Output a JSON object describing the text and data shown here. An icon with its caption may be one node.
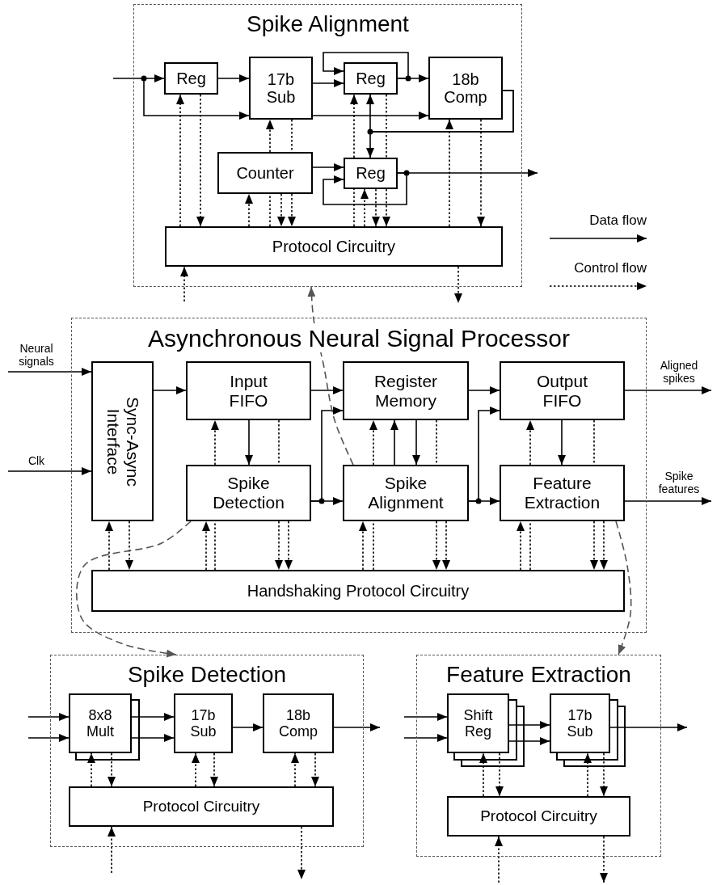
{
  "diagram": {
    "nodes": [
      {
        "text": [
          "Spike Alignment"
        ]
      },
      {
        "text": [
          "Reg"
        ],
        "in": 0
      },
      {
        "text": [
          "17b Sub"
        ],
        "in": 0
      },
      {
        "text": [
          "Reg"
        ],
        "in": 0
      },
      {
        "text": [
          "18b Comp"
        ],
        "in": 0
      },
      {
        "text": [
          "Counter"
        ],
        "in": 0
      },
      {
        "text": [
          "Reg"
        ],
        "in": 0
      },
      {
        "text": [
          "Protocol Circuitry"
        ],
        "in": 0
      },
      {
        "text": [
          "Asynchronous Neural Signal Processor"
        ]
      },
      {
        "text": [
          "Sync-Async Interface"
        ],
        "in": 8
      },
      {
        "text": [
          "Input FIFO"
        ],
        "in": 8
      },
      {
        "text": [
          "Register Memory"
        ],
        "in": 8
      },
      {
        "text": [
          "Output FIFO"
        ],
        "in": 8
      },
      {
        "text": [
          "Spike Detection"
        ],
        "in": 8
      },
      {
        "text": [
          "Spike Alignment"
        ],
        "in": 8
      },
      {
        "text": [
          "Feature Extraction"
        ],
        "in": 8
      },
      {
        "text": [
          "Handshaking Protocol Circuitry"
        ],
        "in": 8
      },
      {
        "text": [
          "Spike Detection"
        ]
      },
      {
        "text": [
          "8x8 Mult"
        ],
        "in": 17
      },
      {
        "text": [
          "17b Sub"
        ],
        "in": 17
      },
      {
        "text": [
          "18b Comp"
        ],
        "in": 17
      },
      {
        "text": [
          "Protocol Circuitry"
        ],
        "in": 17
      },
      {
        "text": [
          "Feature Extraction"
        ]
      },
      {
        "text": [
          "Shift Reg"
        ],
        "in": 22
      },
      {
        "text": [
          "17b Sub"
        ],
        "in": 22
      },
      {
        "text": [
          "Protocol Circuitry"
        ],
        "in": 22
      }
    ],
    "edges": [
      {
        "from": null,
        "to": 1,
        "arrow": "to"
      },
      {
        "from": null,
        "to": 2,
        "arrow": "to"
      },
      {
        "from": 1,
        "to": 2,
        "arrow": "to"
      },
      {
        "from": 2,
        "to": 3,
        "arrow": "to"
      },
      {
        "from": 2,
        "to": 4,
        "arrow": "to"
      },
      {
        "from": 3,
        "to": 4,
        "arrow": "to"
      },
      {
        "from": 3,
        "to": 3,
        "arrow": "to"
      },
      {
        "from": 4,
        "to": 3,
        "arrow": "to"
      },
      {
        "from": 4,
        "to": 6,
        "arrow": "to"
      },
      {
        "from": 5,
        "to": 6,
        "arrow": "to"
      },
      {
        "from": 6,
        "to": 6,
        "arrow": "to"
      },
      {
        "from": 6,
        "to": null,
        "arrow": "to"
      },
      {
        "from": 7,
        "to": 1,
        "arrow": "to",
        "style": "dashed"
      },
      {
        "from": 1,
        "to": 7,
        "arrow": "to",
        "style": "dashed"
      },
      {
        "from": 7,
        "to": 5,
        "arrow": "none",
        "style": "dashed"
      },
      {
        "from": 2,
        "to": 5,
        "arrow": "none",
        "style": "dashed"
      },
      {
        "from": 7,
        "to": 5,
        "arrow": "to",
        "style": "dashed"
      },
      {
        "from": 5,
        "to": 7,
        "arrow": "to",
        "style": "dashed"
      },
      {
        "from": 7,
        "to": 6,
        "arrow": "none",
        "style": "dashed"
      },
      {
        "from": 3,
        "to": 6,
        "arrow": "none",
        "style": "dashed"
      },
      {
        "from": 7,
        "to": 6,
        "arrow": "to",
        "style": "dashed"
      },
      {
        "from": 6,
        "to": 7,
        "arrow": "to",
        "style": "dashed"
      },
      {
        "from": 7,
        "to": 4,
        "arrow": "to",
        "style": "dashed"
      },
      {
        "from": 4,
        "to": 7,
        "arrow": "to",
        "style": "dashed"
      },
      {
        "from": null,
        "to": 7,
        "arrow": "to",
        "style": "dashed"
      },
      {
        "from": 7,
        "to": null,
        "arrow": "to",
        "style": "dashed"
      },
      {
        "from": null,
        "to": 9,
        "arrow": "to",
        "label": "Neural signals"
      },
      {
        "from": null,
        "to": 9,
        "arrow": "to",
        "label": "Clk"
      },
      {
        "from": 9,
        "to": 10,
        "arrow": "to"
      },
      {
        "from": 10,
        "to": 11,
        "arrow": "to"
      },
      {
        "from": 11,
        "to": 12,
        "arrow": "to"
      },
      {
        "from": 12,
        "to": null,
        "arrow": "to",
        "label": "Aligned spikes"
      },
      {
        "from": 10,
        "to": 13,
        "arrow": "to"
      },
      {
        "from": 11,
        "to": 14,
        "arrow": "to"
      },
      {
        "from": 14,
        "to": 11,
        "arrow": "to"
      },
      {
        "from": 12,
        "to": 15,
        "arrow": "to"
      },
      {
        "from": 13,
        "to": 14,
        "arrow": "to"
      },
      {
        "from": 13,
        "to": 11,
        "arrow": "to"
      },
      {
        "from": 14,
        "to": 15,
        "arrow": "to"
      },
      {
        "from": 14,
        "to": 12,
        "arrow": "to"
      },
      {
        "from": 15,
        "to": null,
        "arrow": "to",
        "label": "Spike features"
      },
      {
        "from": 16,
        "to": 9,
        "arrow": "to",
        "style": "dashed"
      },
      {
        "from": 9,
        "to": 16,
        "arrow": "to",
        "style": "dashed"
      },
      {
        "from": 16,
        "to": 13,
        "arrow": "to",
        "style": "dashed"
      },
      {
        "from": 16,
        "to": 13,
        "arrow": "none",
        "style": "dashed"
      },
      {
        "from": 10,
        "to": 13,
        "arrow": "none",
        "style": "dashed"
      },
      {
        "from": 13,
        "to": 16,
        "arrow": "to",
        "style": "dashed"
      },
      {
        "from": 16,
        "to": 14,
        "arrow": "to",
        "style": "dashed"
      },
      {
        "from": 16,
        "to": 14,
        "arrow": "none",
        "style": "dashed"
      },
      {
        "from": 11,
        "to": 14,
        "arrow": "none",
        "style": "dashed"
      },
      {
        "from": 14,
        "to": 16,
        "arrow": "to",
        "style": "dashed"
      },
      {
        "from": 16,
        "to": 15,
        "arrow": "to",
        "style": "dashed"
      },
      {
        "from": 16,
        "to": 15,
        "arrow": "none",
        "style": "dashed"
      },
      {
        "from": 12,
        "to": 15,
        "arrow": "none",
        "style": "dashed"
      },
      {
        "from": 15,
        "to": 16,
        "arrow": "to",
        "style": "dashed"
      },
      {
        "from": 14,
        "to": 0,
        "arrow": "to",
        "style": "dashed",
        "color": "#555555"
      },
      {
        "from": 13,
        "to": 17,
        "arrow": "to",
        "style": "dashed",
        "color": "#555555"
      },
      {
        "from": 15,
        "to": 22,
        "arrow": "to",
        "style": "dashed",
        "color": "#555555"
      },
      {
        "from": null,
        "to": 18,
        "arrow": "to"
      },
      {
        "from": null,
        "to": 18,
        "arrow": "to"
      },
      {
        "from": 18,
        "to": 19,
        "arrow": "to"
      },
      {
        "from": 18,
        "to": 19,
        "arrow": "to"
      },
      {
        "from": 19,
        "to": 20,
        "arrow": "to"
      },
      {
        "from": 20,
        "to": null,
        "arrow": "to"
      },
      {
        "from": 21,
        "to": 18,
        "arrow": "to",
        "style": "dashed"
      },
      {
        "from": 18,
        "to": 21,
        "arrow": "to",
        "style": "dashed"
      },
      {
        "from": 21,
        "to": 19,
        "arrow": "to",
        "style": "dashed"
      },
      {
        "from": 19,
        "to": 21,
        "arrow": "to",
        "style": "dashed"
      },
      {
        "from": 21,
        "to": 20,
        "arrow": "to",
        "style": "dashed"
      },
      {
        "from": 20,
        "to": 21,
        "arrow": "to",
        "style": "dashed"
      },
      {
        "from": null,
        "to": 21,
        "arrow": "to",
        "style": "dashed"
      },
      {
        "from": 21,
        "to": null,
        "arrow": "to",
        "style": "dashed"
      },
      {
        "from": null,
        "to": 23,
        "arrow": "to"
      },
      {
        "from": null,
        "to": 23,
        "arrow": "to"
      },
      {
        "from": 23,
        "to": 24,
        "arrow": "to"
      },
      {
        "from": 23,
        "to": 24,
        "arrow": "to"
      },
      {
        "from": 24,
        "to": null,
        "arrow": "to"
      },
      {
        "from": 25,
        "to": 23,
        "arrow": "to",
        "style": "dashed"
      },
      {
        "from": 23,
        "to": 25,
        "arrow": "to",
        "style": "dashed"
      },
      {
        "from": 25,
        "to": 24,
        "arrow": "to",
        "style": "dashed"
      },
      {
        "from": 24,
        "to": 25,
        "arrow": "to",
        "style": "dashed"
      },
      {
        "from": null,
        "to": 25,
        "arrow": "to",
        "style": "dashed"
      },
      {
        "from": 25,
        "to": null,
        "arrow": "to",
        "style": "dashed"
      },
      {
        "from": 5,
        "to": 2,
        "arrow": "to",
        "style": "dashed"
      },
      {
        "from": 5,
        "to": 7,
        "arrow": "to",
        "style": "dashed"
      },
      {
        "from": 6,
        "to": 3,
        "arrow": "to",
        "style": "dashed"
      },
      {
        "from": 6,
        "to": 7,
        "arrow": "to",
        "style": "dashed"
      },
      {
        "from": 13,
        "to": 10,
        "arrow": "to",
        "style": "dashed"
      },
      {
        "from": 13,
        "to": 16,
        "arrow": "to",
        "style": "dashed"
      },
      {
        "from": 14,
        "to": 11,
        "arrow": "to",
        "style": "dashed"
      },
      {
        "from": 14,
        "to": 16,
        "arrow": "to",
        "style": "dashed"
      },
      {
        "from": 15,
        "to": 12,
        "arrow": "to",
        "style": "dashed"
      },
      {
        "from": 15,
        "to": 16,
        "arrow": "to",
        "style": "dashed"
      }
    ],
    "legend": [
      {
        "text": "Data flow"
      },
      {
        "text": "Control flow"
      }
    ]
  }
}
